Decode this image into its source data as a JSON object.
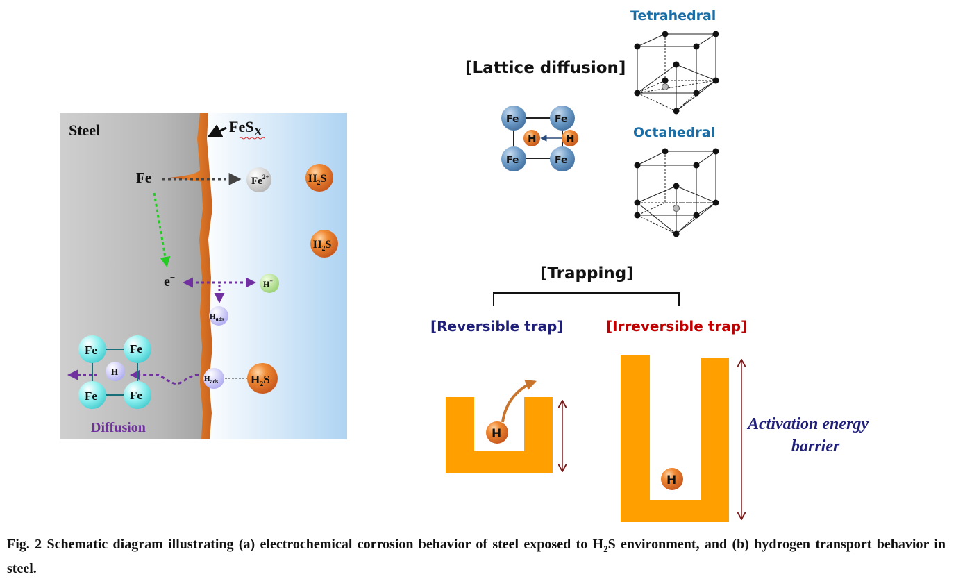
{
  "panel_a": {
    "steel_label": "Steel",
    "fes_label": "FeS",
    "fes_sub": "X",
    "fe_label": "Fe",
    "fe2_label": "Fe",
    "fe2_sup": "2+",
    "h2s_1": {
      "a": "H",
      "b": "2",
      "c": "S"
    },
    "h2s_2": {
      "a": "H",
      "b": "2",
      "c": "S"
    },
    "h2s_3": {
      "a": "H",
      "b": "2",
      "c": "S"
    },
    "electron_label": "e",
    "electron_sup": "−",
    "hplus_label": "H",
    "hplus_sup": "+",
    "hads_label": "H",
    "hads_sub": "ads",
    "hads2_label": "H",
    "hads2_sub": "ads",
    "lattice_fe": [
      "Fe",
      "Fe",
      "Fe",
      "Fe"
    ],
    "lattice_h": "H",
    "diffusion_label": "Diffusion",
    "colors": {
      "fes_layer": "#d2691e",
      "diffusion": "#7030a0",
      "green_arrow": "#22cc22"
    }
  },
  "panel_b": {
    "lattice_title": "[Lattice diffusion]",
    "lattice_fe": [
      "Fe",
      "Fe",
      "Fe",
      "Fe"
    ],
    "lattice_h": [
      "H",
      "H"
    ],
    "tetrahedral_label": "Tetrahedral",
    "octahedral_label": "Octahedral",
    "trapping_title": "[Trapping]",
    "reversible_label": "[Reversible trap]",
    "irreversible_label": "[Irreversible trap]",
    "trap_h": [
      "H",
      "H"
    ],
    "activation_line1": "Activation energy",
    "activation_line2": "barrier",
    "colors": {
      "site_blue": "#1a6ea8",
      "reversible": "#1f1f7a",
      "irreversible": "#c00000",
      "trap": "#ffa000",
      "barrier_arrow": "#7a1a1a"
    }
  },
  "caption": {
    "part1": "Fig. 2 Schematic diagram illustrating (a) electrochemical corrosion behavior of steel exposed to H",
    "sub": "2",
    "part2": "S environment, and (b) hydrogen transport behavior in steel."
  }
}
